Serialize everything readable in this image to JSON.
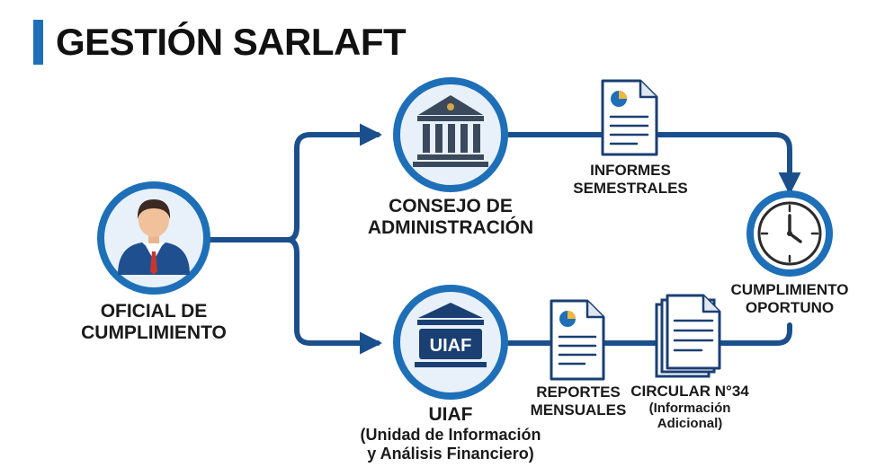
{
  "title": "GESTIÓN SARLAFT",
  "nodes": {
    "officer": {
      "label": "OFICIAL DE\nCUMPLIMIENTO",
      "icon": "officer-person-icon"
    },
    "board": {
      "label": "CONSEJO DE\nADMINISTRACIÓN",
      "icon": "bank-building-icon"
    },
    "uiaf": {
      "label": "UIAF",
      "badge": "UIAF",
      "sublabel": "(Unidad de Información\ny Análisis Financiero)",
      "icon": "uiaf-building-icon"
    },
    "timely": {
      "label": "CUMPLIMIENTO\nOPORTUNO",
      "icon": "clock-icon"
    }
  },
  "documents": {
    "semiannual": {
      "label": "INFORMES\nSEMESTRALES",
      "icon": "report-document-icon"
    },
    "monthly": {
      "label": "REPORTES\nMENSUALES",
      "icon": "report-document-icon"
    },
    "circular": {
      "label": "CIRCULAR N°34",
      "sublabel": "(Información\nAdicional)",
      "icon": "stacked-documents-icon"
    }
  },
  "colors": {
    "accent": "#1e6fb8",
    "flow": "#1b4f8c",
    "ring": "#1e6fb8",
    "circle_fill": "#e8f1fa",
    "dark_navy": "#1a3f73"
  }
}
